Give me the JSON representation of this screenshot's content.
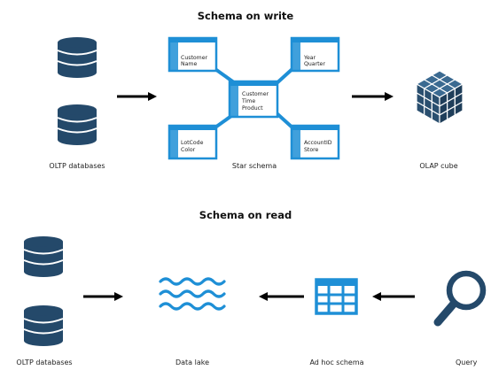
{
  "top": {
    "title": "Schema on write",
    "oltp_label": "OLTP databases",
    "star_label": "Star schema",
    "olap_label": "OLAP cube",
    "tables": {
      "top_left": [
        "Customer",
        "Name"
      ],
      "top_right": [
        "Year",
        "Quarter"
      ],
      "center": [
        "Customer",
        "Time",
        "Product"
      ],
      "bottom_left": [
        "LotCode",
        "Color"
      ],
      "bottom_right": [
        "AccountID",
        "Store"
      ]
    }
  },
  "bottom": {
    "title": "Schema on read",
    "oltp_label": "OLTP databases",
    "lake_label": "Data lake",
    "adhoc_label": "Ad hoc schema",
    "query_label": "Query"
  },
  "colors": {
    "db_blue": "#24496a",
    "table_blue": "#1e8fd6",
    "cube_blue": "#2a4f6f",
    "arrow": "#000000"
  }
}
